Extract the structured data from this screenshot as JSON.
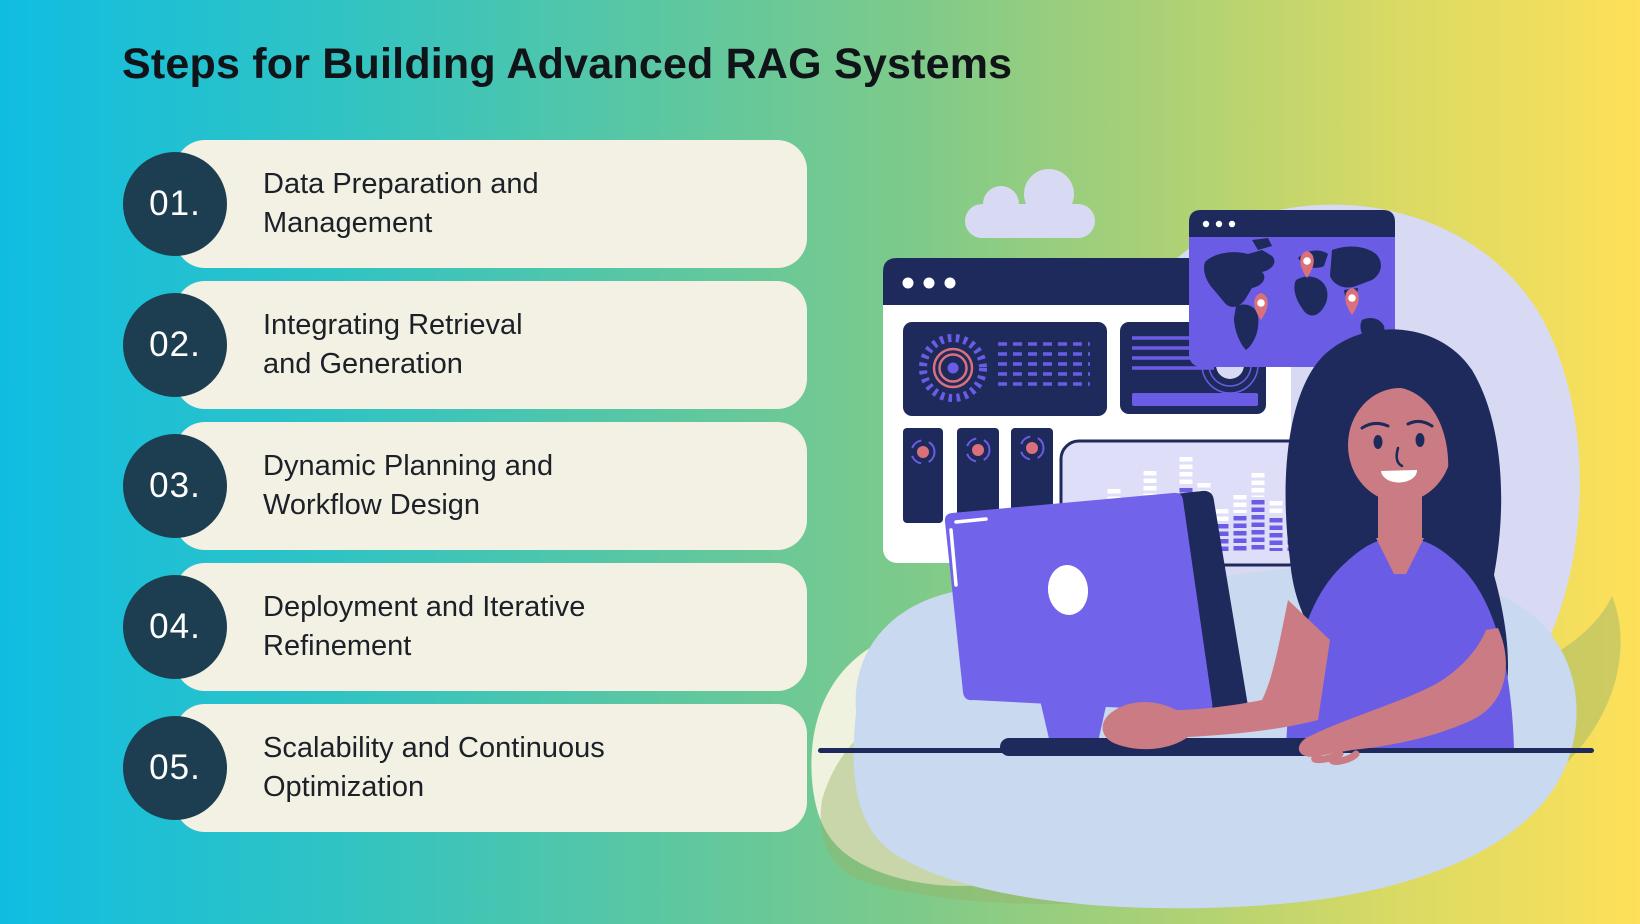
{
  "title": "Steps for Building Advanced RAG Systems",
  "steps": [
    {
      "number": "01.",
      "label": "Data Preparation and\nManagement"
    },
    {
      "number": "02.",
      "label": "Integrating Retrieval\nand Generation"
    },
    {
      "number": "03.",
      "label": "Dynamic Planning and\nWorkflow Design"
    },
    {
      "number": "04.",
      "label": "Deployment and Iterative\nRefinement"
    },
    {
      "number": "05.",
      "label": "Scalability and Continuous\nOptimization"
    }
  ],
  "colors": {
    "background_gradient": [
      "#10bde2",
      "#5bc7a2",
      "#a8d077",
      "#fee05a"
    ],
    "card_background": "#f3f0e4",
    "step_circle": "#1d3e50",
    "title_text": "#101418",
    "navy": "#1e2a5c",
    "purple": "#6b5ce6",
    "lavender": "#d8daf3",
    "coral": "#d9707c",
    "skin": "#cb7b84",
    "blue_blob": "#c9d9f0",
    "cream_blob": "#f0f2e0"
  },
  "illustration": {
    "icons": [
      "cloud-icon",
      "window-dots-icon",
      "radial-gauge-icon",
      "map-pin-icon",
      "equalizer-chart-icon",
      "monitor-icon",
      "keyboard-icon",
      "mouse-icon"
    ],
    "description_elements": "woman at desk with analytics dashboard, world map card and equalizer chart"
  }
}
